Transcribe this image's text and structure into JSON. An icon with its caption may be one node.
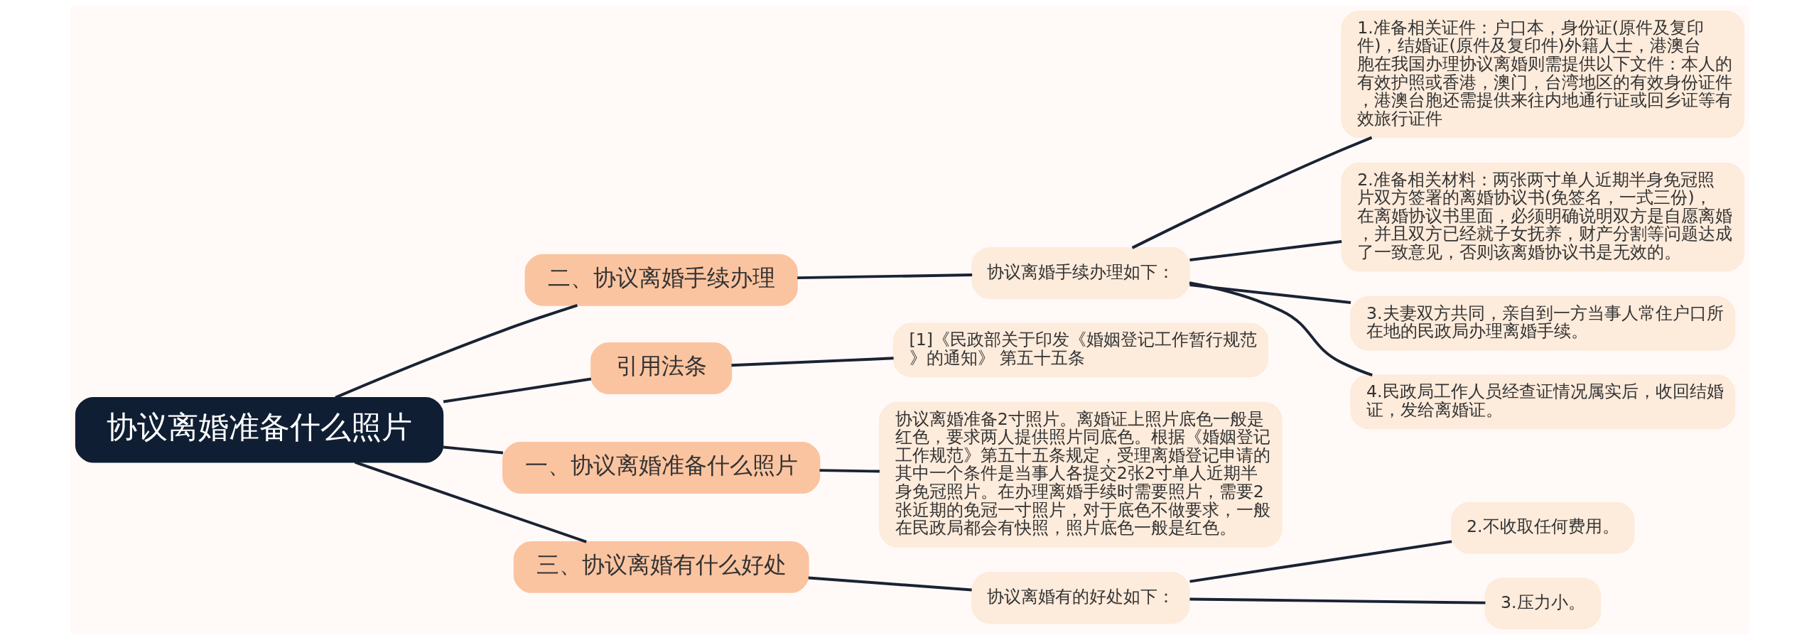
{
  "diagram": {
    "nodes": [
      {
        "text": [
          "协议离婚准备什么照片"
        ]
      },
      {
        "text": [
          "二、协议离婚手续办理"
        ]
      },
      {
        "text": [
          "协议离婚手续办理如下："
        ]
      },
      {
        "text": [
          "1.准备相关证件：户口本，身份证(原件及复印件)，结婚证(原件及复印件)外籍人士，港澳台胞在我国办理协议离婚则需提供以下文件：本人的有效护照或香港，澳门，台湾地区的有效身份证件，港澳台胞还需提供来往内地通行证或回乡证等有效旅行证件"
        ]
      },
      {
        "text": [
          "2.准备相关材料：两张两寸单人近期半身免冠照片双方签署的离婚协议书(免签名，一式三份)，在离婚协议书里面，必须明确说明双方是自愿离婚，并且双方已经就子女抚养，财产分割等问题达成了一致意见，否则该离婚协议书是无效的。"
        ]
      },
      {
        "text": [
          "3.夫妻双方共同，亲自到一方当事人常住户口所在地的民政局办理离婚手续。"
        ]
      },
      {
        "text": [
          "4.民政局工作人员经查证情况属实后，收回结婚证，发给离婚证。"
        ]
      },
      {
        "text": [
          "引用法条"
        ]
      },
      {
        "text": [
          "[1]《民政部关于印发《婚姻登记工作暂行规范》的通知》 第五十五条"
        ]
      },
      {
        "text": [
          "一、协议离婚准备什么照片"
        ]
      },
      {
        "text": [
          "协议离婚准备2寸照片。离婚证上照片底色一般是红色，要求两人提供照片同底色。根据《婚姻登记工作规范》第五十五条规定，受理离婚登记申请的其中一个条件是当事人各提交2张2寸单人近期半身免冠照片。在办理离婚手续时需要照片，需要2张近期的免冠一寸照片，对于底色不做要求，一般在民政局都会有快照，照片底色一般是红色。"
        ]
      },
      {
        "text": [
          "三、协议离婚有什么好处"
        ]
      },
      {
        "text": [
          "协议离婚有的好处如下："
        ]
      },
      {
        "text": [
          "2.不收取任何费用。"
        ]
      },
      {
        "text": [
          "3.压力小。"
        ]
      }
    ],
    "edges": [
      {
        "from": 0,
        "to": 1,
        "arrow": "none"
      },
      {
        "from": 1,
        "to": 2,
        "arrow": "none"
      },
      {
        "from": 2,
        "to": 3,
        "arrow": "none"
      },
      {
        "from": 2,
        "to": 4,
        "arrow": "none"
      },
      {
        "from": 2,
        "to": 5,
        "arrow": "none"
      },
      {
        "from": 2,
        "to": 6,
        "arrow": "none"
      },
      {
        "from": 0,
        "to": 7,
        "arrow": "none"
      },
      {
        "from": 7,
        "to": 8,
        "arrow": "none"
      },
      {
        "from": 0,
        "to": 9,
        "arrow": "none"
      },
      {
        "from": 9,
        "to": 10,
        "arrow": "none"
      },
      {
        "from": 0,
        "to": 11,
        "arrow": "none"
      },
      {
        "from": 11,
        "to": 12,
        "arrow": "none"
      },
      {
        "from": 12,
        "to": 13,
        "arrow": "none"
      },
      {
        "from": 12,
        "to": 14,
        "arrow": "none"
      }
    ]
  }
}
